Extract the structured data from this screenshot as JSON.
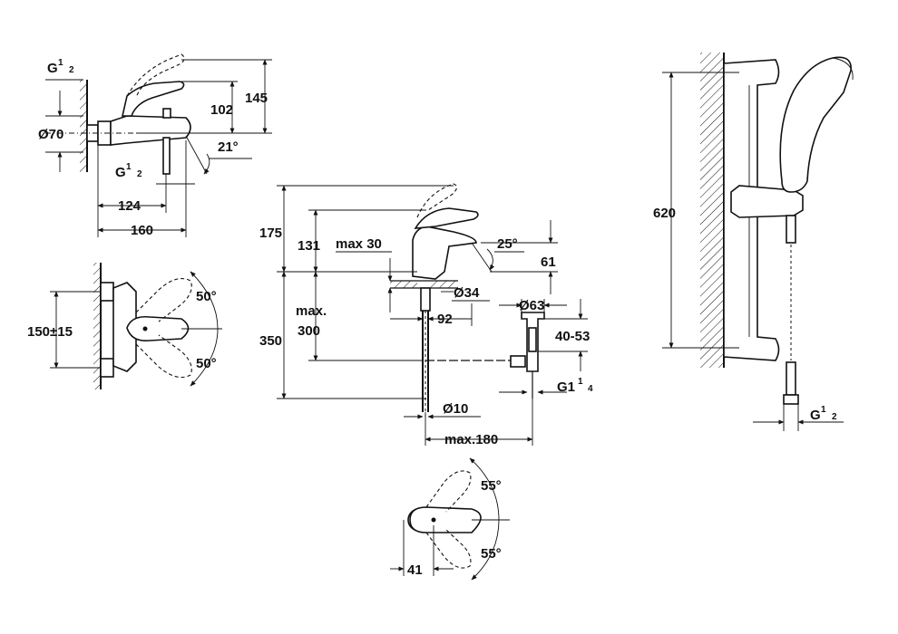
{
  "bath_mixer_side": {
    "thread_top": "G",
    "thread_top_sup": "1",
    "thread_top_sub": "2",
    "dim_diameter": "Ø70",
    "thread_bottom": "G",
    "thread_bottom_sup": "1",
    "thread_bottom_sub": "2",
    "dim_102": "102",
    "dim_145": "145",
    "dim_21deg": "21°",
    "dim_124": "124",
    "dim_160": "160"
  },
  "bath_mixer_front": {
    "dim_150": "150±15",
    "angle_top": "50°",
    "angle_bottom": "50°"
  },
  "basin_mixer_side": {
    "dim_175": "175",
    "dim_131": "131",
    "dim_max30": "max 30",
    "dim_25deg": "25°",
    "dim_61": "61",
    "dim_d34": "Ø34",
    "dim_d63": "Ø63",
    "dim_92": "92",
    "dim_max": "max.",
    "dim_300": "300",
    "dim_350": "350",
    "dim_40_53": "40-53",
    "thread_waste": "G1",
    "thread_waste_sup": "1",
    "thread_waste_sub": "4",
    "dim_d10": "Ø10",
    "dim_max180": "max.180"
  },
  "basin_mixer_top": {
    "angle_top": "55°",
    "angle_bottom": "55°",
    "dim_41": "41"
  },
  "shower_rail": {
    "dim_620": "620",
    "thread": "G",
    "thread_sup": "1",
    "thread_sub": "2"
  }
}
